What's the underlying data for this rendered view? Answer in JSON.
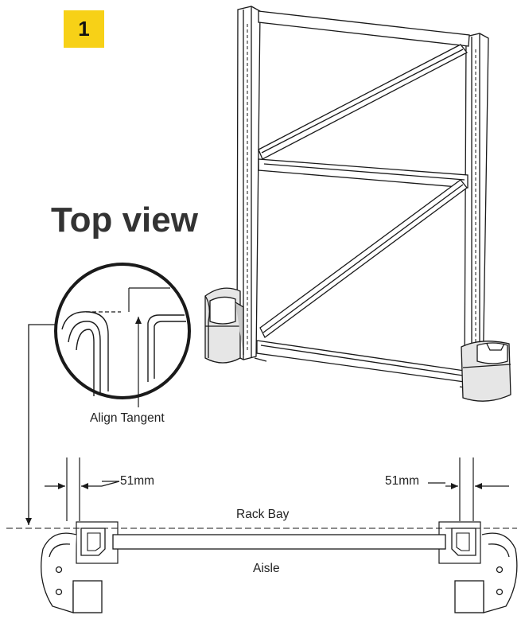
{
  "step": {
    "number": "1",
    "accent_color": "#f7d117"
  },
  "heading": "Top view",
  "callout": {
    "label": "Align Tangent"
  },
  "dimensions": {
    "left": "51mm",
    "right": "51mm"
  },
  "labels": {
    "top_side": "Rack Bay",
    "bottom_side": "Aisle"
  },
  "colors": {
    "line": "#1a1a1a",
    "guard_fill": "#e6e6e6",
    "guard_shade": "#c8c8c8"
  }
}
